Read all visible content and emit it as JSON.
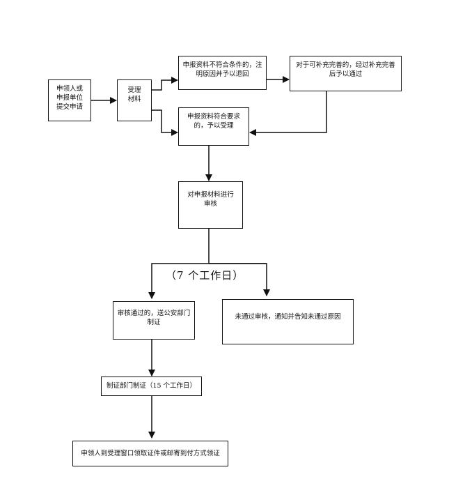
{
  "nodes": {
    "applicant": "申领人或\n申报单位\n提交申请",
    "accept_materials": "受理\n材料",
    "not_qualified": "申报资料不符合条件的，注\n明原因并予以退回",
    "supplement": "对于可补充完善的，经过补充完善\n后予以通过",
    "qualified": "申报资料符合要求\n的，予以受理",
    "review": "对申报材料进行\n审核",
    "passed": "审核通过的，送公安部门\n制证",
    "not_passed": "未通过审核，通知并告知未通过原因",
    "make_cert": "制证部门制证（15 个工作日）",
    "collect": "申领人到受理窗口领取证件或邮寄到付方式领证"
  },
  "labels": {
    "review_time": "（7 个工作日）"
  }
}
